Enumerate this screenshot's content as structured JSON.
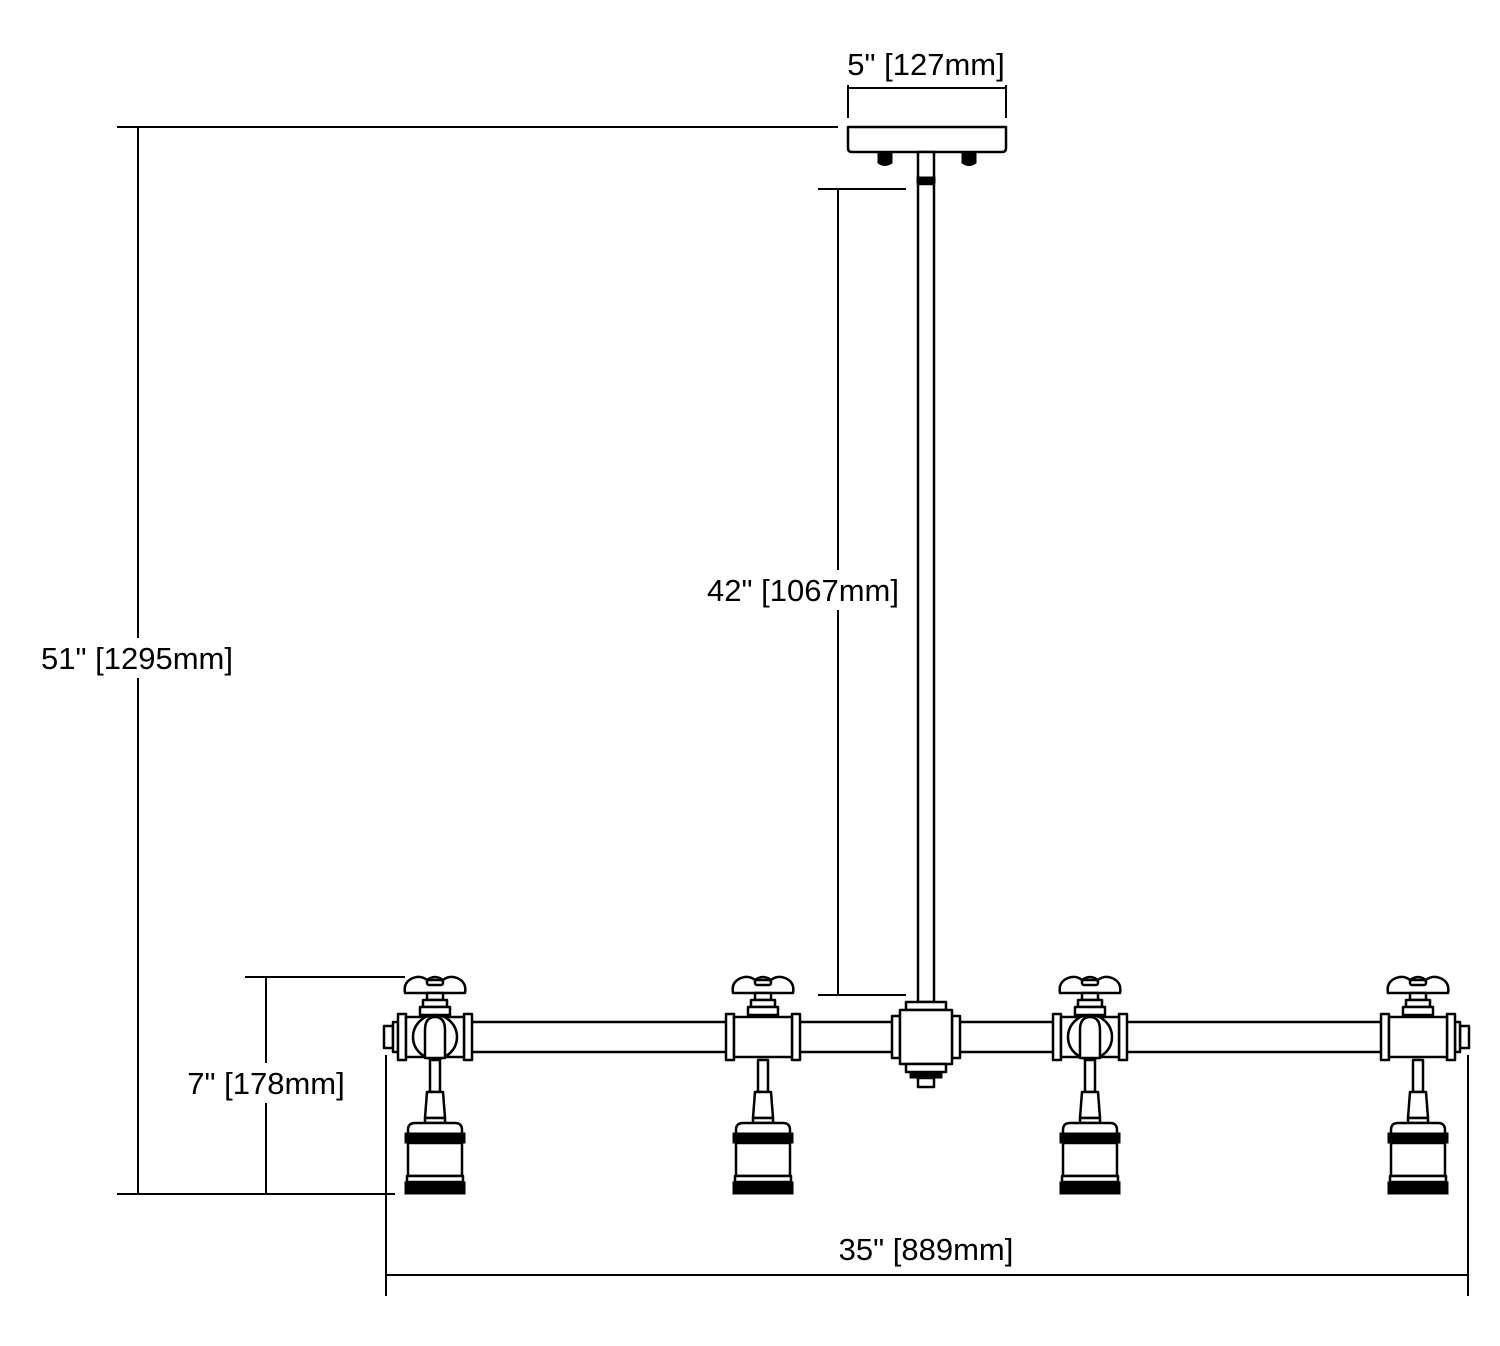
{
  "dimensions": {
    "canopy_width": "5\" [127mm]",
    "overall_height": "51\" [1295mm]",
    "stem_length": "42\" [1067mm]",
    "light_height": "7\" [178mm]",
    "overall_width": "35\" [889mm]"
  },
  "lights": [
    {
      "style": "valve-front"
    },
    {
      "style": "tee"
    },
    {
      "style": "valve-front"
    },
    {
      "style": "tee"
    }
  ],
  "colors": {
    "line": "#000000",
    "background": "#ffffff"
  }
}
